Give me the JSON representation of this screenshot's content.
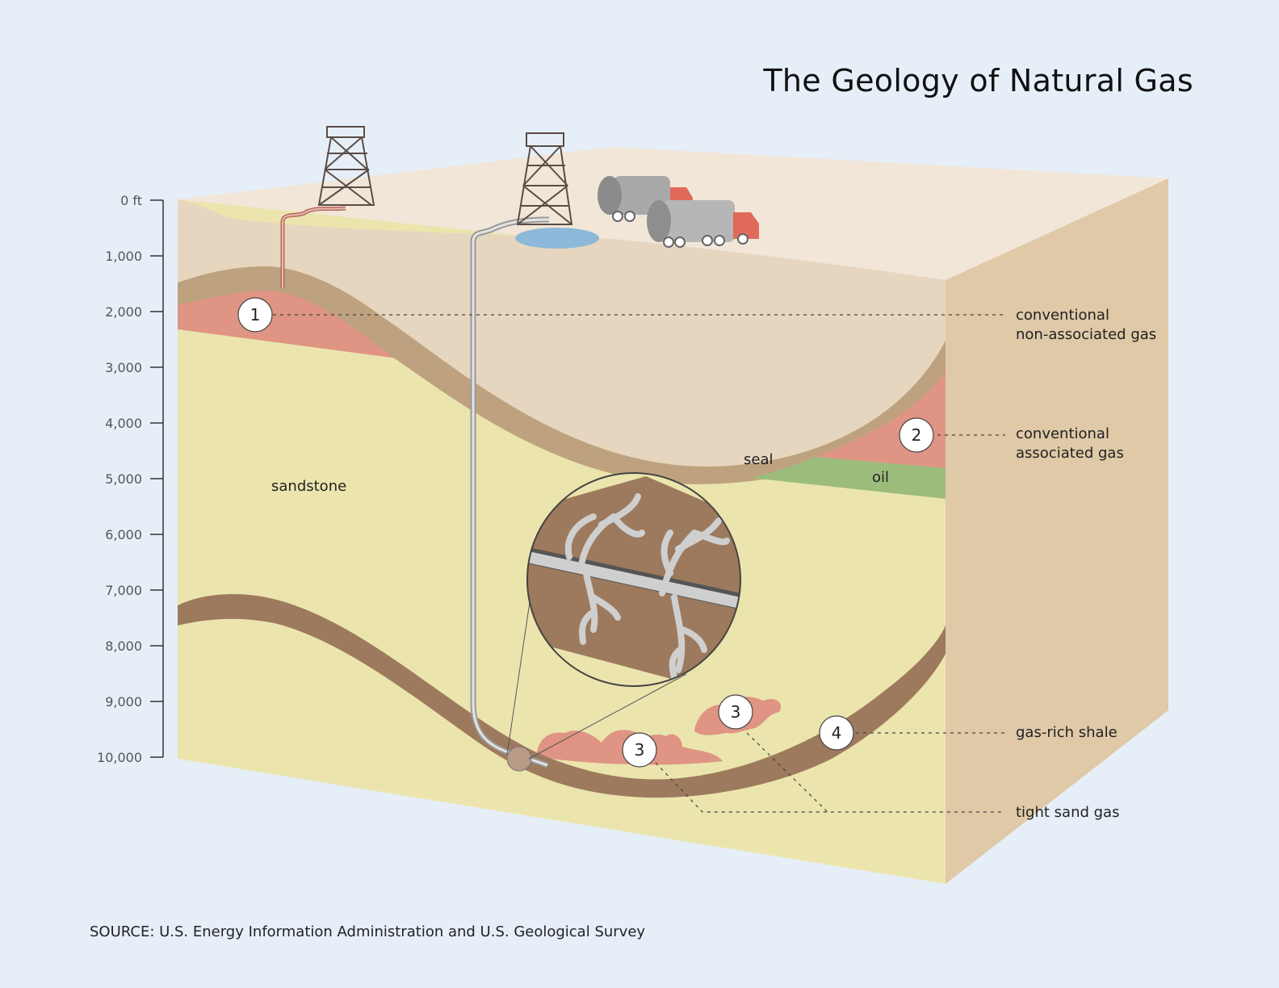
{
  "title": "The Geology of Natural Gas",
  "source": "SOURCE: U.S. Energy Information Administration and U.S. Geological Survey",
  "depth_axis": {
    "ticks": [
      "0 ft",
      "1,000",
      "2,000",
      "3,000",
      "4,000",
      "5,000",
      "6,000",
      "7,000",
      "8,000",
      "9,000",
      "10,000"
    ]
  },
  "layers": {
    "sandstone": "sandstone",
    "seal": "seal",
    "oil": "oil"
  },
  "callouts": [
    {
      "number": "1",
      "line1": "conventional",
      "line2": "non-associated gas"
    },
    {
      "number": "2",
      "line1": "conventional",
      "line2": "associated gas"
    },
    {
      "number": "3",
      "line1": "tight sand gas",
      "line2": ""
    },
    {
      "number": "4",
      "line1": "gas-rich shale",
      "line2": ""
    }
  ],
  "colors": {
    "background": "#e6eff8",
    "surface_top": "#f1e6d8",
    "upper_rock": "#e6d6bf",
    "side_face": "#dfc9a7",
    "seal": "#bea27f",
    "sandstone": "#ebe5ad",
    "shale": "#9d7a5d",
    "gas": "#df9484",
    "oil": "#9cbc7c",
    "water": "#8cb9d9"
  }
}
